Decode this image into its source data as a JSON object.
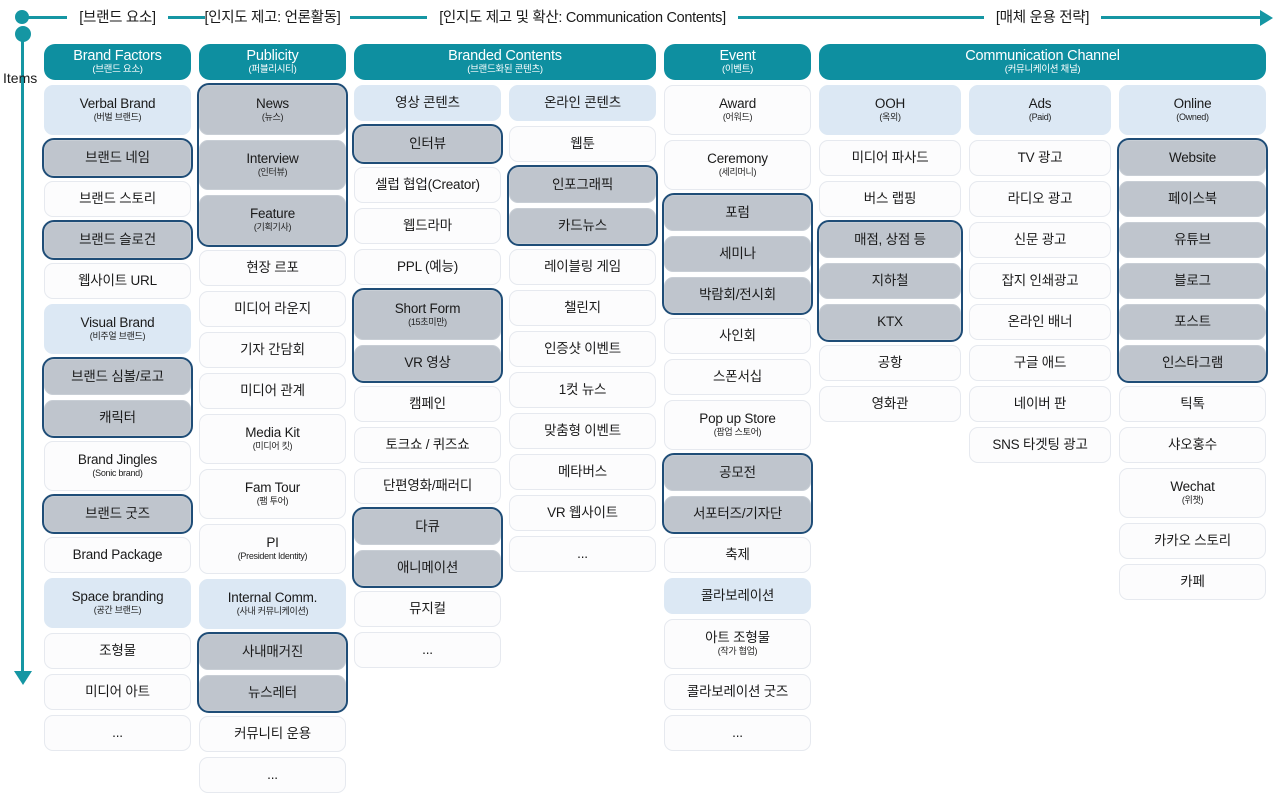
{
  "phase_axis": {
    "labels": [
      {
        "text": "[브랜드 요소]"
      },
      {
        "text": "[인지도 제고: 언론활동]"
      },
      {
        "text": "[인지도 제고 및 확산: Communication Contents]"
      },
      {
        "text": "[매체 운용 전략]"
      }
    ],
    "accent_color": "#1596a3"
  },
  "items_axis": {
    "label": "Items",
    "accent_color": "#1596a3"
  },
  "colors": {
    "group_header_bg": "#0e8fa0",
    "subheader_bg": "#dce8f4",
    "highlight_bg": "#bfc5cd",
    "highlight_border": "#1f4d77",
    "cell_bg": "#fcfcfd"
  },
  "groups": [
    {
      "header_en": "Brand Factors",
      "header_ko": "(브랜드 요소)",
      "columns": [
        {
          "cells": [
            {
              "en": "Verbal Brand",
              "ko": "(버벌 브랜드)",
              "style": "sub"
            },
            {
              "en": "브랜드 네임",
              "ko": "",
              "style": "hl"
            },
            {
              "en": "브랜드 스토리",
              "ko": "",
              "style": "plain"
            },
            {
              "en": "브랜드 슬로건",
              "ko": "",
              "style": "hl"
            },
            {
              "en": "웹사이트 URL",
              "ko": "",
              "style": "plain"
            },
            {
              "en": "Visual Brand",
              "ko": "(비주얼 브랜드)",
              "style": "sub"
            },
            {
              "en": "브랜드 심볼/로고",
              "ko": "",
              "style": "hl"
            },
            {
              "en": "캐릭터",
              "ko": "",
              "style": "hl"
            },
            {
              "en": "Brand Jingles",
              "ko": "(Sonic brand)",
              "style": "plain"
            },
            {
              "en": "브랜드 굿즈",
              "ko": "",
              "style": "hl"
            },
            {
              "en": "Brand Package",
              "ko": "",
              "style": "plain"
            },
            {
              "en": "Space branding",
              "ko": "(공간 브랜드)",
              "style": "sub"
            },
            {
              "en": "조형물",
              "ko": "",
              "style": "plain"
            },
            {
              "en": "미디어 아트",
              "ko": "",
              "style": "plain"
            },
            {
              "en": "...",
              "ko": "",
              "style": "plain"
            }
          ],
          "highlight_groups": [
            [
              1,
              1
            ],
            [
              3,
              3
            ],
            [
              6,
              7
            ],
            [
              9,
              9
            ]
          ]
        }
      ]
    },
    {
      "header_en": "Publicity",
      "header_ko": "(퍼블리시티)",
      "columns": [
        {
          "cells": [
            {
              "en": "News",
              "ko": "(뉴스)",
              "style": "hl"
            },
            {
              "en": "Interview",
              "ko": "(인터뷰)",
              "style": "hl"
            },
            {
              "en": "Feature",
              "ko": "(기획기사)",
              "style": "hl"
            },
            {
              "en": "현장 르포",
              "ko": "",
              "style": "plain"
            },
            {
              "en": "미디어 라운지",
              "ko": "",
              "style": "plain"
            },
            {
              "en": "기자 간담회",
              "ko": "",
              "style": "plain"
            },
            {
              "en": "미디어 관계",
              "ko": "",
              "style": "plain"
            },
            {
              "en": "Media Kit",
              "ko": "(미디어 킷)",
              "style": "plain"
            },
            {
              "en": "Fam Tour",
              "ko": "(팸 투어)",
              "style": "plain"
            },
            {
              "en": "PI",
              "ko": "(President Identity)",
              "style": "plain"
            },
            {
              "en": "Internal Comm.",
              "ko": "(사내 커뮤니케이션)",
              "style": "sub"
            },
            {
              "en": "사내매거진",
              "ko": "",
              "style": "hl"
            },
            {
              "en": "뉴스레터",
              "ko": "",
              "style": "hl"
            },
            {
              "en": "커뮤니티 운용",
              "ko": "",
              "style": "plain"
            },
            {
              "en": "...",
              "ko": "",
              "style": "plain"
            }
          ],
          "highlight_groups": [
            [
              0,
              2
            ],
            [
              11,
              12
            ]
          ]
        }
      ]
    },
    {
      "header_en": "Branded Contents",
      "header_ko": "(브랜드화된 콘텐츠)",
      "columns": [
        {
          "cells": [
            {
              "en": "영상 콘텐츠",
              "ko": "",
              "style": "sub"
            },
            {
              "en": "인터뷰",
              "ko": "",
              "style": "hl"
            },
            {
              "en": "셀럽 협업(Creator)",
              "ko": "",
              "style": "plain"
            },
            {
              "en": "웹드라마",
              "ko": "",
              "style": "plain"
            },
            {
              "en": "PPL (예능)",
              "ko": "",
              "style": "plain"
            },
            {
              "en": "Short Form",
              "ko": "(15초미만)",
              "style": "hl"
            },
            {
              "en": "VR 영상",
              "ko": "",
              "style": "hl"
            },
            {
              "en": "캠페인",
              "ko": "",
              "style": "plain"
            },
            {
              "en": "토크쇼 / 퀴즈쇼",
              "ko": "",
              "style": "plain"
            },
            {
              "en": "단편영화/패러디",
              "ko": "",
              "style": "plain"
            },
            {
              "en": "다큐",
              "ko": "",
              "style": "hl"
            },
            {
              "en": "애니메이션",
              "ko": "",
              "style": "hl"
            },
            {
              "en": "뮤지컬",
              "ko": "",
              "style": "plain"
            },
            {
              "en": "...",
              "ko": "",
              "style": "plain"
            }
          ],
          "highlight_groups": [
            [
              1,
              1
            ],
            [
              5,
              6
            ],
            [
              10,
              11
            ]
          ]
        },
        {
          "cells": [
            {
              "en": "온라인 콘텐츠",
              "ko": "",
              "style": "sub"
            },
            {
              "en": "웹툰",
              "ko": "",
              "style": "plain"
            },
            {
              "en": "인포그래픽",
              "ko": "",
              "style": "hl"
            },
            {
              "en": "카드뉴스",
              "ko": "",
              "style": "hl"
            },
            {
              "en": "레이블링 게임",
              "ko": "",
              "style": "plain"
            },
            {
              "en": "챌린지",
              "ko": "",
              "style": "plain"
            },
            {
              "en": "인증샷 이벤트",
              "ko": "",
              "style": "plain"
            },
            {
              "en": "1컷 뉴스",
              "ko": "",
              "style": "plain"
            },
            {
              "en": "맞춤형 이벤트",
              "ko": "",
              "style": "plain"
            },
            {
              "en": "메타버스",
              "ko": "",
              "style": "plain"
            },
            {
              "en": "VR 웹사이트",
              "ko": "",
              "style": "plain"
            },
            {
              "en": "...",
              "ko": "",
              "style": "plain"
            }
          ],
          "highlight_groups": [
            [
              2,
              3
            ]
          ]
        }
      ]
    },
    {
      "header_en": "Event",
      "header_ko": "(이벤트)",
      "columns": [
        {
          "cells": [
            {
              "en": "Award",
              "ko": "(어워드)",
              "style": "plain"
            },
            {
              "en": "Ceremony",
              "ko": "(세리머니)",
              "style": "plain"
            },
            {
              "en": "포럼",
              "ko": "",
              "style": "hl"
            },
            {
              "en": "세미나",
              "ko": "",
              "style": "hl"
            },
            {
              "en": "박람회/전시회",
              "ko": "",
              "style": "hl"
            },
            {
              "en": "사인회",
              "ko": "",
              "style": "plain"
            },
            {
              "en": "스폰서십",
              "ko": "",
              "style": "plain"
            },
            {
              "en": "Pop up Store",
              "ko": "(팝업 스토어)",
              "style": "plain"
            },
            {
              "en": "공모전",
              "ko": "",
              "style": "hl"
            },
            {
              "en": "서포터즈/기자단",
              "ko": "",
              "style": "hl"
            },
            {
              "en": "축제",
              "ko": "",
              "style": "plain"
            },
            {
              "en": "콜라보레이션",
              "ko": "",
              "style": "sub"
            },
            {
              "en": "아트 조형물",
              "ko": "(작가 협업)",
              "style": "plain"
            },
            {
              "en": "콜라보레이션 굿즈",
              "ko": "",
              "style": "plain"
            },
            {
              "en": "...",
              "ko": "",
              "style": "plain"
            }
          ],
          "highlight_groups": [
            [
              2,
              4
            ],
            [
              8,
              9
            ]
          ]
        }
      ]
    },
    {
      "header_en": "Communication Channel",
      "header_ko": "(커뮤니케이션 채널)",
      "columns": [
        {
          "cells": [
            {
              "en": "OOH",
              "ko": "(옥외)",
              "style": "sub"
            },
            {
              "en": "미디어 파사드",
              "ko": "",
              "style": "plain"
            },
            {
              "en": "버스 랩핑",
              "ko": "",
              "style": "plain"
            },
            {
              "en": "매점, 상점 등",
              "ko": "",
              "style": "hl"
            },
            {
              "en": "지하철",
              "ko": "",
              "style": "hl"
            },
            {
              "en": "KTX",
              "ko": "",
              "style": "hl"
            },
            {
              "en": "공항",
              "ko": "",
              "style": "plain"
            },
            {
              "en": "영화관",
              "ko": "",
              "style": "plain"
            }
          ],
          "highlight_groups": [
            [
              3,
              5
            ]
          ]
        },
        {
          "cells": [
            {
              "en": "Ads",
              "ko": "(Paid)",
              "style": "sub"
            },
            {
              "en": "TV 광고",
              "ko": "",
              "style": "plain"
            },
            {
              "en": "라디오 광고",
              "ko": "",
              "style": "plain"
            },
            {
              "en": "신문 광고",
              "ko": "",
              "style": "plain"
            },
            {
              "en": "잡지 인쇄광고",
              "ko": "",
              "style": "plain"
            },
            {
              "en": "온라인 배너",
              "ko": "",
              "style": "plain"
            },
            {
              "en": "구글 애드",
              "ko": "",
              "style": "plain"
            },
            {
              "en": "네이버 판",
              "ko": "",
              "style": "plain"
            },
            {
              "en": "SNS 타겟팅 광고",
              "ko": "",
              "style": "plain"
            }
          ],
          "highlight_groups": []
        },
        {
          "cells": [
            {
              "en": "Online",
              "ko": "(Owned)",
              "style": "sub"
            },
            {
              "en": "Website",
              "ko": "",
              "style": "hl"
            },
            {
              "en": "페이스북",
              "ko": "",
              "style": "hl"
            },
            {
              "en": "유튜브",
              "ko": "",
              "style": "hl"
            },
            {
              "en": "블로그",
              "ko": "",
              "style": "hl"
            },
            {
              "en": "포스트",
              "ko": "",
              "style": "hl"
            },
            {
              "en": "인스타그램",
              "ko": "",
              "style": "hl"
            },
            {
              "en": "틱톡",
              "ko": "",
              "style": "plain"
            },
            {
              "en": "샤오홍수",
              "ko": "",
              "style": "plain"
            },
            {
              "en": "Wechat",
              "ko": "(위챗)",
              "style": "plain"
            },
            {
              "en": "카카오 스토리",
              "ko": "",
              "style": "plain"
            },
            {
              "en": "카페",
              "ko": "",
              "style": "plain"
            }
          ],
          "highlight_groups": [
            [
              1,
              6
            ]
          ]
        }
      ]
    }
  ]
}
